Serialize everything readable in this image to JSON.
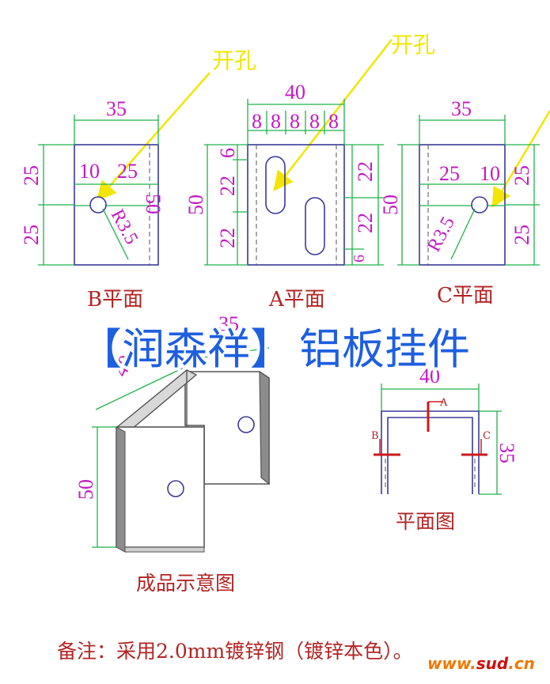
{
  "callouts": {
    "hole_left": "开孔",
    "hole_right": "开孔"
  },
  "view_b": {
    "width_dim": "35",
    "height_dim": "50",
    "upper_dim": "25",
    "lower_dim": "25",
    "hole_x_left": "10",
    "hole_x_right": "25",
    "radius": "R3.5",
    "caption": "B平面"
  },
  "view_a": {
    "width_dim": "40",
    "sub_dims": [
      "8",
      "8",
      "8",
      "8",
      "8"
    ],
    "height_dim": "50",
    "left_dims": [
      "6",
      "22",
      "22"
    ],
    "right_dims": [
      "22",
      "22",
      "6"
    ],
    "caption": "A平面"
  },
  "view_c": {
    "width_dim": "35",
    "height_dim": "50",
    "upper_dim": "25",
    "lower_dim": "25",
    "hole_x_left": "25",
    "hole_x_right": "10",
    "radius": "R3.5",
    "caption": "C平面"
  },
  "banner": {
    "bracket_text": "【润森祥】",
    "product_text": "铝板挂件",
    "color": "#1e5fe0"
  },
  "iso_view": {
    "top_dim": "35",
    "depth_dim": "40",
    "height_dim": "50",
    "caption": "成品示意图"
  },
  "plan_view": {
    "width_dim": "40",
    "depth_dim": "35",
    "mark_a": "A",
    "mark_b": "B",
    "mark_c": "C",
    "caption": "平面图"
  },
  "note": "备注：采用2.0mm镀锌钢（镀锌本色）。",
  "watermark": {
    "prefix": "www.",
    "mid": "sud",
    "suffix": ".cn"
  }
}
